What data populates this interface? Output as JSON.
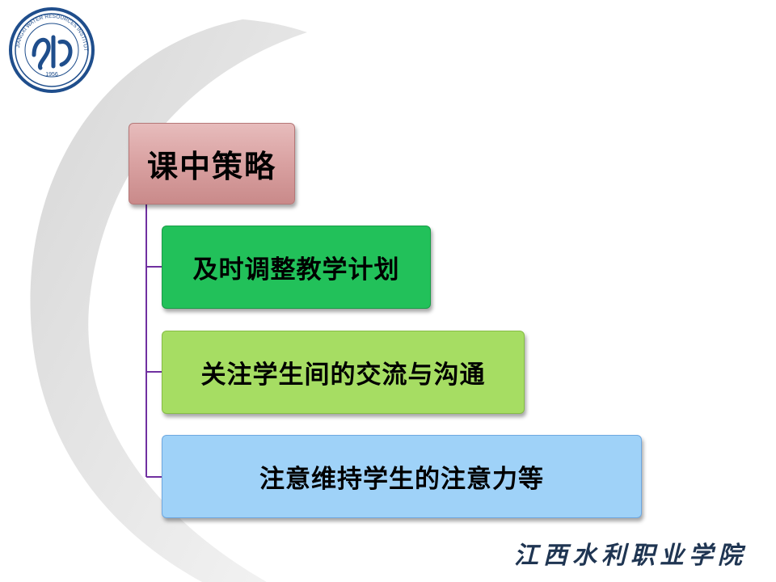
{
  "diagram": {
    "root": {
      "label": "课中策略"
    },
    "children": [
      {
        "label": "及时调整教学计划"
      },
      {
        "label": "关注学生间的交流与沟通"
      },
      {
        "label": "注意维持学生的注意力等"
      }
    ]
  },
  "branding": {
    "institution_name": "江西水利职业学院",
    "logo_year": "1956",
    "logo_ring_text": "JIANGXI WATER RESOURCES INSTITUTE"
  },
  "colors": {
    "root_fill": "#d9a1a1",
    "child1_fill": "#22c15a",
    "child2_fill": "#a6dd63",
    "child3_fill": "#9fd2f8",
    "connector": "#7030a0",
    "logo_blue": "#1f4e8c"
  }
}
